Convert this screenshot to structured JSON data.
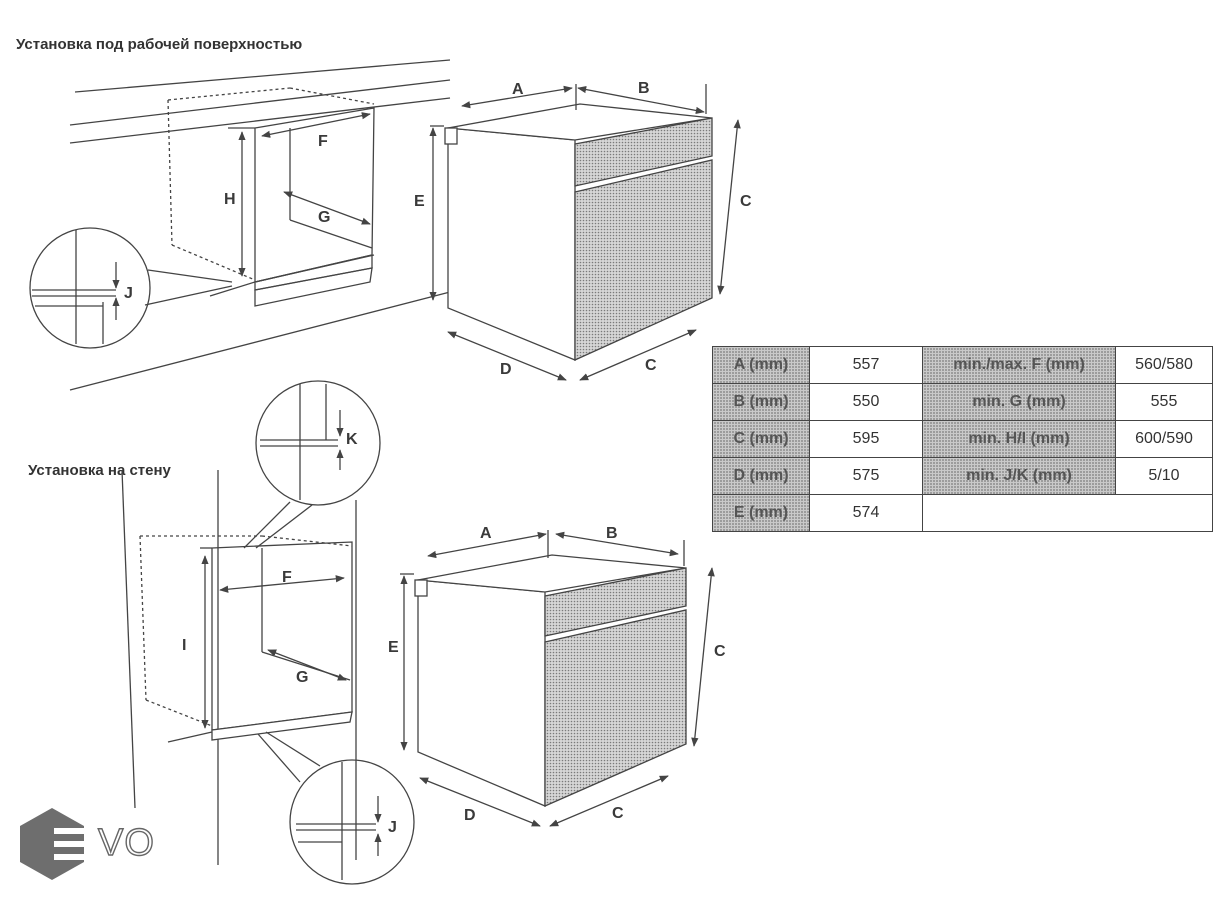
{
  "headings": {
    "under_counter": "Установка под рабочей поверхностью",
    "wall": "Установка на стену"
  },
  "dimension_labels": {
    "A": "A",
    "B": "B",
    "C": "C",
    "D": "D",
    "E": "E",
    "F": "F",
    "G": "G",
    "H": "H",
    "I": "I",
    "J": "J",
    "K": "K"
  },
  "spec_table": {
    "rows": [
      {
        "label1": "A (mm)",
        "value1": "557",
        "label2": "min./max. F (mm)",
        "value2": "560/580"
      },
      {
        "label1": "B (mm)",
        "value1": "550",
        "label2": "min. G (mm)",
        "value2": "555"
      },
      {
        "label1": "C (mm)",
        "value1": "595",
        "label2": "min. H/I (mm)",
        "value2": "600/590"
      },
      {
        "label1": "D (mm)",
        "value1": "575",
        "label2": "min. J/K (mm)",
        "value2": "5/10"
      },
      {
        "label1": "E (mm)",
        "value1": "574",
        "label2": "",
        "value2": ""
      }
    ]
  },
  "logo": {
    "text": "VO"
  },
  "colors": {
    "line": "#444444",
    "dotted_fill": "#c9c9c9",
    "logo": "#6e6e6e"
  }
}
